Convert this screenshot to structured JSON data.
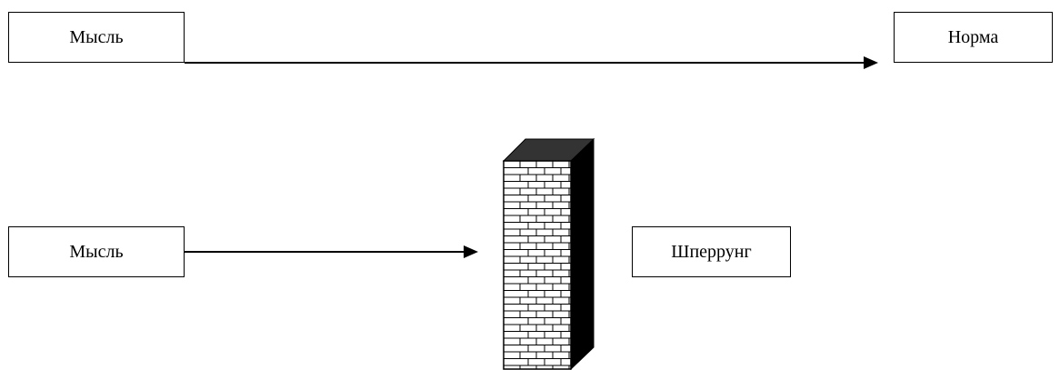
{
  "diagram": {
    "top_row": {
      "source_label": "Мысль",
      "target_label": "Норма"
    },
    "bottom_row": {
      "source_label": "Мысль",
      "target_label": "Шперрунг"
    },
    "icons": {
      "wall": "brick-wall-icon",
      "arrow": "arrow-right-icon"
    },
    "colors": {
      "stroke": "#000000",
      "background": "#ffffff",
      "wall_top": "#333333",
      "wall_side": "#000000",
      "wall_face": "#ffffff"
    }
  }
}
